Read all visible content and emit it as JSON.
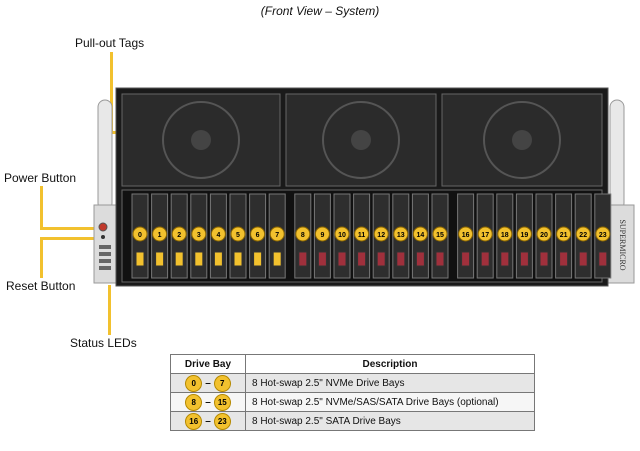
{
  "caption": "(Front View – System)",
  "callouts": {
    "pull_out_tags": "Pull-out Tags",
    "power_button": "Power Button",
    "reset_button": "Reset Button",
    "status_leds": "Status LEDs"
  },
  "brand": "SUPERMICRO",
  "bays": [
    "0",
    "1",
    "2",
    "3",
    "4",
    "5",
    "6",
    "7",
    "8",
    "9",
    "10",
    "11",
    "12",
    "13",
    "14",
    "15",
    "16",
    "17",
    "18",
    "19",
    "20",
    "21",
    "22",
    "23"
  ],
  "table": {
    "headers": [
      "Drive Bay",
      "Description"
    ],
    "rows": [
      {
        "from": "0",
        "to": "7",
        "dash": "–",
        "description": "8 Hot-swap 2.5\" NVMe Drive Bays"
      },
      {
        "from": "8",
        "to": "15",
        "dash": "–",
        "description": "8 Hot-swap 2.5\" NVMe/SAS/SATA Drive Bays (optional)"
      },
      {
        "from": "16",
        "to": "23",
        "dash": "–",
        "description": "8 Hot-swap 2.5\" SATA Drive Bays"
      }
    ]
  },
  "colors": {
    "accent": "#f2c12e",
    "nvme_tab": "#f2c12e",
    "sata_tab": "#a0303c"
  }
}
